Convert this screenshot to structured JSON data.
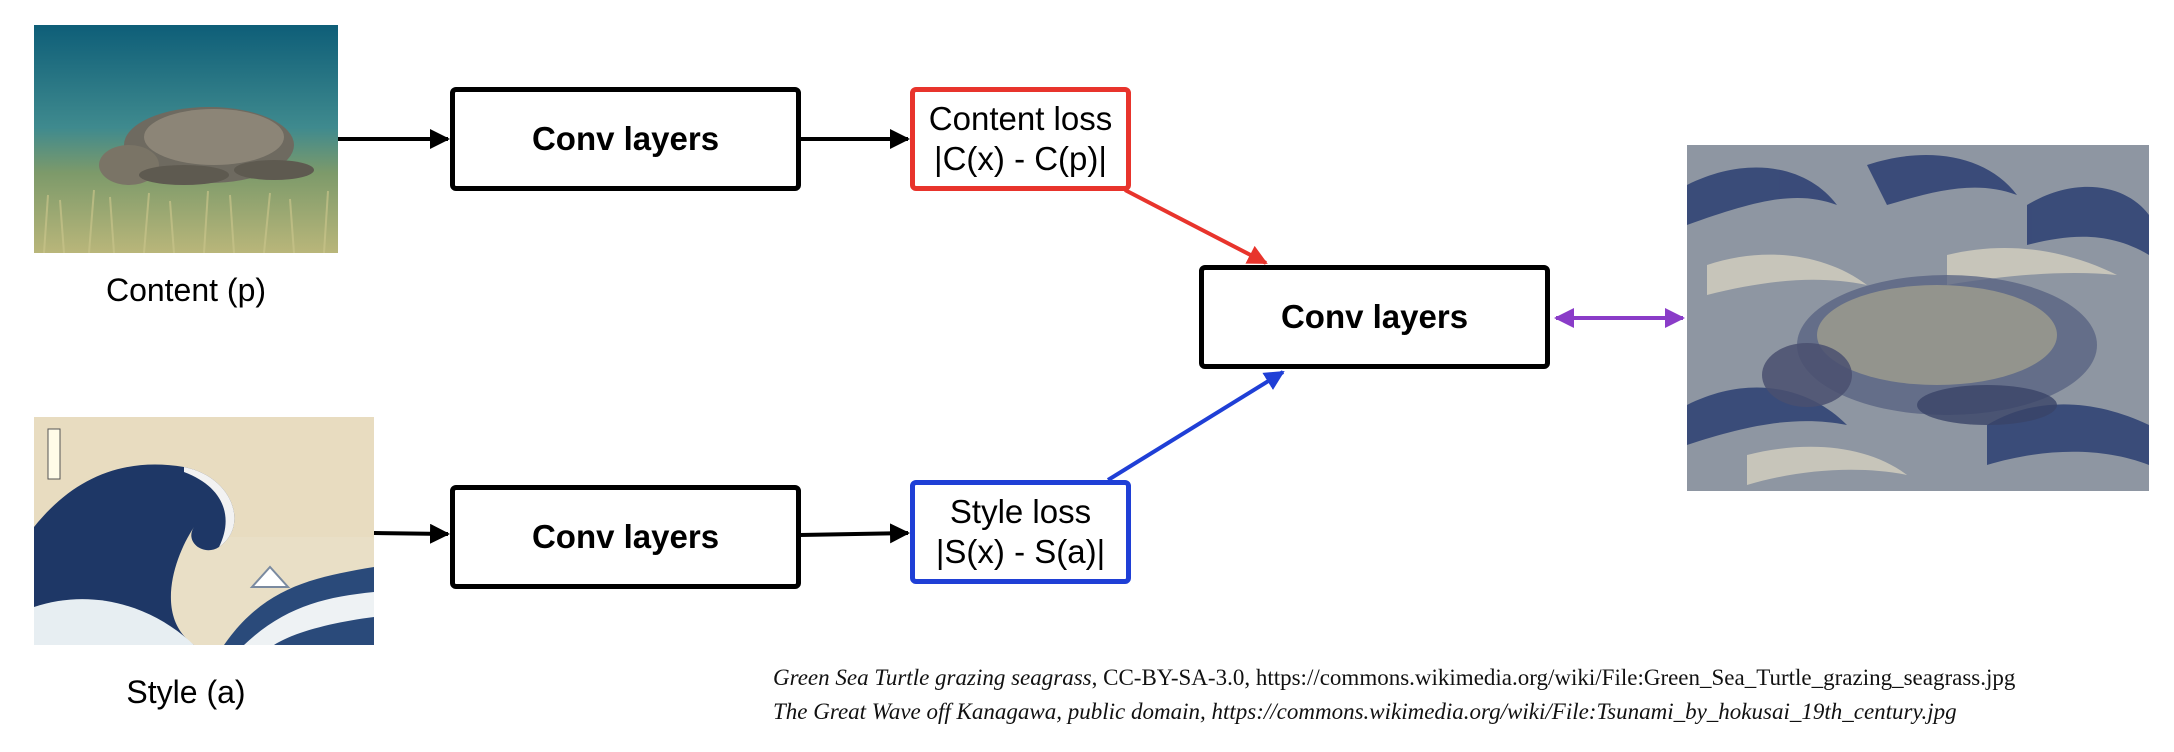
{
  "inputs": {
    "content_caption": "Content (p)",
    "style_caption": "Style (a)"
  },
  "nodes": {
    "conv_top": "Conv layers",
    "conv_bottom": "Conv layers",
    "conv_center": "Conv layers",
    "content_loss_title": "Content loss",
    "content_loss_formula": "|C(x) - C(p)|",
    "style_loss_title": "Style loss",
    "style_loss_formula": "|S(x) - S(a)|"
  },
  "credits": {
    "line1_title": "Green Sea Turtle grazing seagrass",
    "line1_rest": ", CC-BY-SA-3.0, https://commons.wikimedia.org/wiki/File:Green_Sea_Turtle_grazing_seagrass.jpg",
    "line2": "The Great Wave off Kanagawa, public domain, https://commons.wikimedia.org/wiki/File:Tsunami_by_hokusai_19th_century.jpg"
  },
  "colors": {
    "content_loss": "#e8342c",
    "style_loss": "#1f3fd6",
    "output_link": "#8a3cc8",
    "arrow": "#000000"
  },
  "icons": {
    "content_image": "sea-turtle-photo",
    "style_image": "great-wave-painting",
    "output_image": "stylized-turtle-image"
  }
}
